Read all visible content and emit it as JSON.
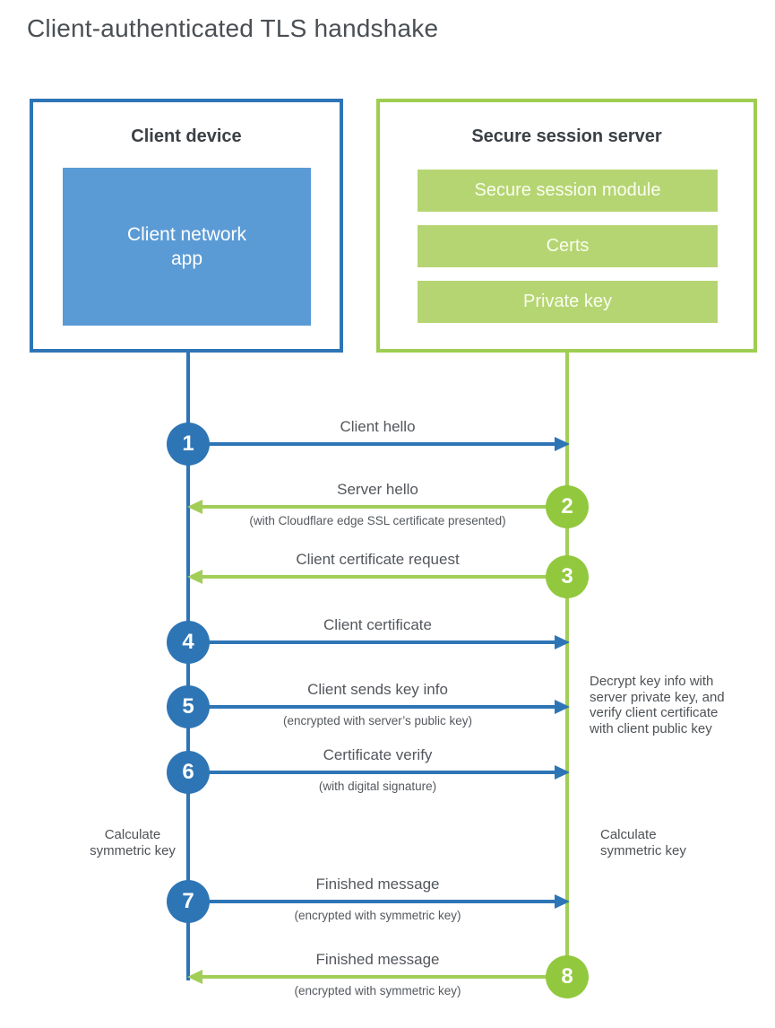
{
  "title": "Client-authenticated TLS handshake",
  "client_box": {
    "title": "Client device",
    "app_label": "Client network\napp"
  },
  "server_box": {
    "title": "Secure session server",
    "modules": [
      "Secure session module",
      "Certs",
      "Private key"
    ]
  },
  "steps": [
    {
      "num": "1",
      "actor": "client",
      "direction": "right",
      "label": "Client hello",
      "sub": ""
    },
    {
      "num": "2",
      "actor": "server",
      "direction": "left",
      "label": "Server hello",
      "sub": "(with Cloudflare edge SSL certificate presented)"
    },
    {
      "num": "3",
      "actor": "server",
      "direction": "left",
      "label": "Client certificate request",
      "sub": ""
    },
    {
      "num": "4",
      "actor": "client",
      "direction": "right",
      "label": "Client certificate",
      "sub": ""
    },
    {
      "num": "5",
      "actor": "client",
      "direction": "right",
      "label": "Client sends key info",
      "sub": "(encrypted with server’s public key)"
    },
    {
      "num": "6",
      "actor": "client",
      "direction": "right",
      "label": "Certificate verify",
      "sub": "(with digital signature)"
    },
    {
      "num": "7",
      "actor": "client",
      "direction": "right",
      "label": "Finished message",
      "sub": "(encrypted with symmetric key)"
    },
    {
      "num": "8",
      "actor": "server",
      "direction": "left",
      "label": "Finished message",
      "sub": "(encrypted with symmetric key)"
    }
  ],
  "notes": {
    "decrypt_note": "Decrypt key info with\nserver private key, and\nverify client certificate\nwith client public key",
    "calculate_left": "Calculate\nsymmetric key",
    "calculate_right": "Calculate\nsymmetric key"
  },
  "colors": {
    "blue": "#2e75b6",
    "blue_fill": "#5b9bd5",
    "green_line": "#a2ce58",
    "green_circle": "#92c83e",
    "green_fill": "#b5d572"
  }
}
